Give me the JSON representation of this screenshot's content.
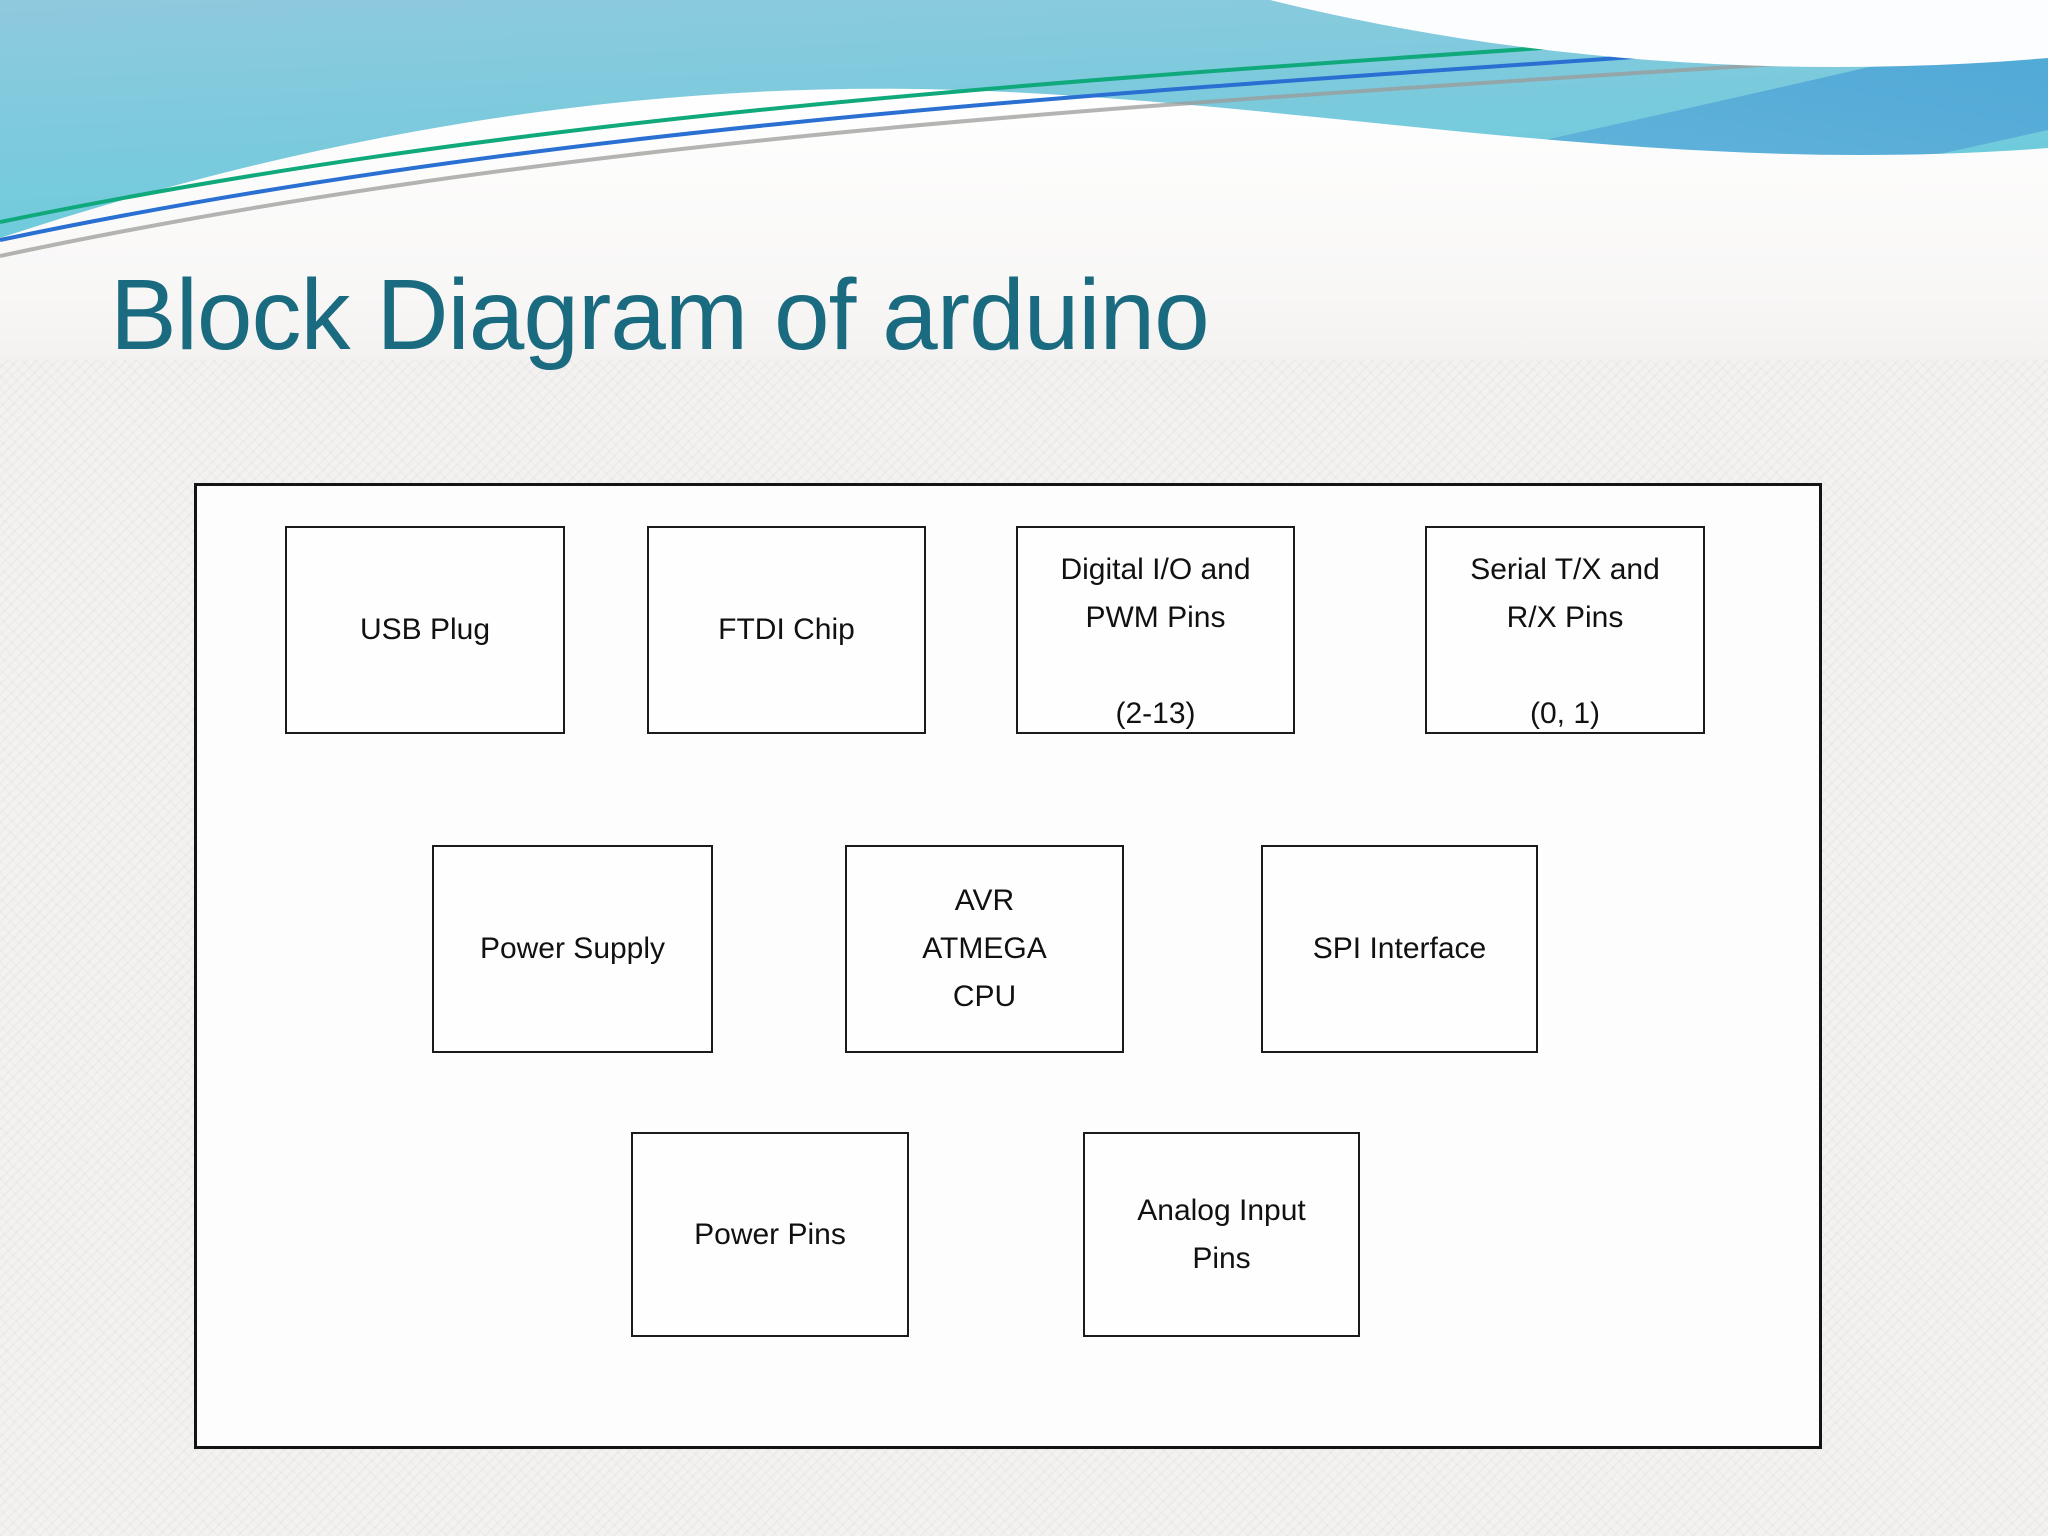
{
  "slide": {
    "title": "Block Diagram of arduino"
  },
  "theme": {
    "title_color": "#1A6A80",
    "page_background": "#F3F2F1",
    "sky_top": "#8FC9DE",
    "sky_bottom": "#4ECBD6",
    "wave_band_blue": "#57AED8",
    "accent_line_green": "#10A97C",
    "accent_line_blue": "#2A6FD2",
    "accent_line_gray": "#9B9B98",
    "box_border": "#1B1B1B",
    "box_text": "#111111"
  },
  "diagram": {
    "blocks": [
      {
        "id": "usb-plug",
        "lines": [
          "USB Plug"
        ]
      },
      {
        "id": "ftdi-chip",
        "lines": [
          "FTDI Chip"
        ]
      },
      {
        "id": "digital-io-pwm-pins",
        "lines": [
          "Digital I/O and",
          "PWM Pins",
          "",
          "(2-13)"
        ]
      },
      {
        "id": "serial-tx-rx-pins",
        "lines": [
          "Serial T/X and",
          "R/X Pins",
          "",
          "(0, 1)"
        ]
      },
      {
        "id": "power-supply",
        "lines": [
          "Power Supply"
        ]
      },
      {
        "id": "avr-atmega-cpu",
        "lines": [
          "AVR",
          "ATMEGA",
          "CPU"
        ]
      },
      {
        "id": "spi-interface",
        "lines": [
          "SPI Interface"
        ]
      },
      {
        "id": "power-pins",
        "lines": [
          "Power Pins"
        ]
      },
      {
        "id": "analog-input-pins",
        "lines": [
          "Analog Input",
          "Pins"
        ]
      }
    ]
  }
}
